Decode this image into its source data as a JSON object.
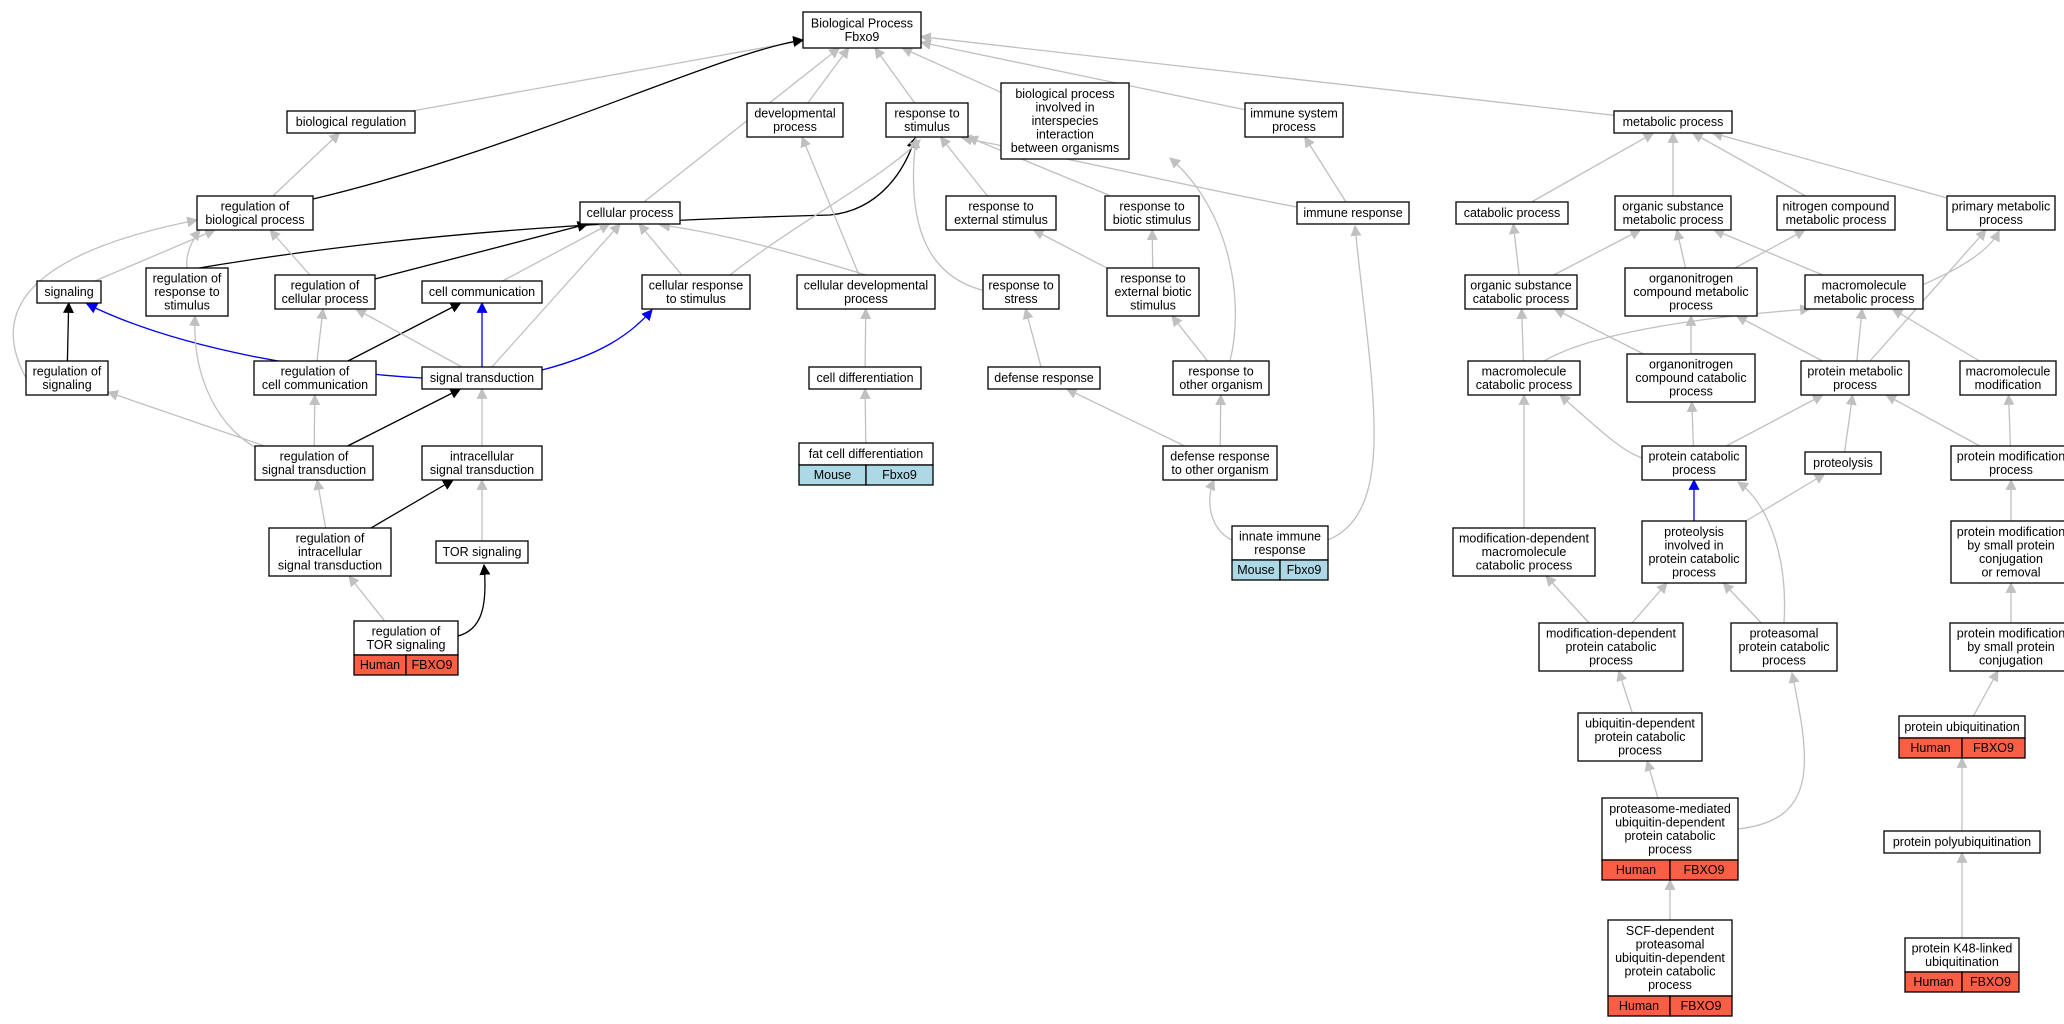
{
  "colors": {
    "edge_default": "#c0c0c0",
    "edge_regulates": "#000000",
    "edge_positive": "#0000ee",
    "human": "#fa5f46",
    "mouse": "#add8e6"
  },
  "nodes": [
    {
      "id": "bp_root",
      "lines": [
        "Biological Process",
        "Fbxo9"
      ]
    },
    {
      "id": "bio_reg",
      "lines": [
        "biological regulation"
      ]
    },
    {
      "id": "dev_proc",
      "lines": [
        "developmental",
        "process"
      ]
    },
    {
      "id": "resp_stim",
      "lines": [
        "response to",
        "stimulus"
      ]
    },
    {
      "id": "interspecies",
      "lines": [
        "biological process",
        "involved in",
        "interspecies",
        "interaction",
        "between organisms"
      ]
    },
    {
      "id": "immune_sys",
      "lines": [
        "immune system",
        "process"
      ]
    },
    {
      "id": "metabolic",
      "lines": [
        "metabolic process"
      ]
    },
    {
      "id": "reg_bio",
      "lines": [
        "regulation of",
        "biological process"
      ]
    },
    {
      "id": "cellular_proc",
      "lines": [
        "cellular process"
      ]
    },
    {
      "id": "resp_ext",
      "lines": [
        "response to",
        "external stimulus"
      ]
    },
    {
      "id": "resp_biotic",
      "lines": [
        "response to",
        "biotic stimulus"
      ]
    },
    {
      "id": "immune_resp",
      "lines": [
        "immune response"
      ]
    },
    {
      "id": "catabolic",
      "lines": [
        "catabolic process"
      ]
    },
    {
      "id": "org_sub_met",
      "lines": [
        "organic substance",
        "metabolic process"
      ]
    },
    {
      "id": "nitrogen_met",
      "lines": [
        "nitrogen compound",
        "metabolic process"
      ]
    },
    {
      "id": "primary_met",
      "lines": [
        "primary metabolic",
        "process"
      ]
    },
    {
      "id": "signaling",
      "lines": [
        "signaling"
      ]
    },
    {
      "id": "reg_resp_stim",
      "lines": [
        "regulation of",
        "response to",
        "stimulus"
      ]
    },
    {
      "id": "reg_cell_proc",
      "lines": [
        "regulation of",
        "cellular process"
      ]
    },
    {
      "id": "cell_comm",
      "lines": [
        "cell communication"
      ]
    },
    {
      "id": "cell_resp_stim",
      "lines": [
        "cellular response",
        "to stimulus"
      ]
    },
    {
      "id": "cell_dev",
      "lines": [
        "cellular developmental",
        "process"
      ]
    },
    {
      "id": "resp_stress",
      "lines": [
        "response to",
        "stress"
      ]
    },
    {
      "id": "resp_ext_biotic",
      "lines": [
        "response to",
        "external biotic",
        "stimulus"
      ]
    },
    {
      "id": "org_sub_cat",
      "lines": [
        "organic substance",
        "catabolic process"
      ]
    },
    {
      "id": "organonitrogen_met",
      "lines": [
        "organonitrogen",
        "compound metabolic",
        "process"
      ]
    },
    {
      "id": "macro_met",
      "lines": [
        "macromolecule",
        "metabolic process"
      ]
    },
    {
      "id": "reg_signaling",
      "lines": [
        "regulation of",
        "signaling"
      ]
    },
    {
      "id": "reg_cell_comm",
      "lines": [
        "regulation of",
        "cell communication"
      ]
    },
    {
      "id": "signal_trans",
      "lines": [
        "signal transduction"
      ]
    },
    {
      "id": "cell_diff",
      "lines": [
        "cell differentiation"
      ]
    },
    {
      "id": "defense_resp",
      "lines": [
        "defense response"
      ]
    },
    {
      "id": "resp_other_org",
      "lines": [
        "response to",
        "other organism"
      ]
    },
    {
      "id": "macro_cat",
      "lines": [
        "macromolecule",
        "catabolic process"
      ]
    },
    {
      "id": "organonitrogen_cat",
      "lines": [
        "organonitrogen",
        "compound catabolic",
        "process"
      ]
    },
    {
      "id": "protein_met",
      "lines": [
        "protein metabolic",
        "process"
      ]
    },
    {
      "id": "macro_mod",
      "lines": [
        "macromolecule",
        "modification"
      ]
    },
    {
      "id": "reg_sig_trans",
      "lines": [
        "regulation of",
        "signal transduction"
      ]
    },
    {
      "id": "intra_sig",
      "lines": [
        "intracellular",
        "signal transduction"
      ]
    },
    {
      "id": "fat_cell",
      "lines": [
        "fat cell differentiation"
      ],
      "badge": [
        "Mouse",
        "Fbxo9"
      ],
      "species": "mouse"
    },
    {
      "id": "def_resp_other",
      "lines": [
        "defense response",
        "to other organism"
      ]
    },
    {
      "id": "protein_cat",
      "lines": [
        "protein catabolic",
        "process"
      ]
    },
    {
      "id": "proteolysis",
      "lines": [
        "proteolysis"
      ]
    },
    {
      "id": "protein_mod",
      "lines": [
        "protein modification",
        "process"
      ]
    },
    {
      "id": "reg_intra_sig",
      "lines": [
        "regulation of",
        "intracellular",
        "signal transduction"
      ]
    },
    {
      "id": "tor_sig",
      "lines": [
        "TOR signaling"
      ]
    },
    {
      "id": "innate_immune",
      "lines": [
        "innate immune",
        "response"
      ],
      "badge": [
        "Mouse",
        "Fbxo9"
      ],
      "species": "mouse"
    },
    {
      "id": "mod_dep_macro_cat",
      "lines": [
        "modification-dependent",
        "macromolecule",
        "catabolic process"
      ]
    },
    {
      "id": "proteolysis_cat",
      "lines": [
        "proteolysis",
        "involved in",
        "protein catabolic",
        "process"
      ]
    },
    {
      "id": "prot_mod_small_or",
      "lines": [
        "protein modification",
        "by small protein",
        "conjugation",
        "or removal"
      ]
    },
    {
      "id": "reg_tor",
      "lines": [
        "regulation of",
        "TOR signaling"
      ],
      "badge": [
        "Human",
        "FBXO9"
      ],
      "species": "human"
    },
    {
      "id": "mod_dep_prot_cat",
      "lines": [
        "modification-dependent",
        "protein catabolic",
        "process"
      ]
    },
    {
      "id": "proteasomal_cat",
      "lines": [
        "proteasomal",
        "protein catabolic",
        "process"
      ]
    },
    {
      "id": "prot_mod_small",
      "lines": [
        "protein modification",
        "by small protein",
        "conjugation"
      ]
    },
    {
      "id": "ubiq_dep_cat",
      "lines": [
        "ubiquitin-dependent",
        "protein catabolic",
        "process"
      ]
    },
    {
      "id": "prot_ubiq",
      "lines": [
        "protein ubiquitination"
      ],
      "badge": [
        "Human",
        "FBXO9"
      ],
      "species": "human"
    },
    {
      "id": "proteasome_med",
      "lines": [
        "proteasome-mediated",
        "ubiquitin-dependent",
        "protein catabolic",
        "process"
      ],
      "badge": [
        "Human",
        "FBXO9"
      ],
      "species": "human"
    },
    {
      "id": "prot_polyubiq",
      "lines": [
        "protein polyubiquitination"
      ]
    },
    {
      "id": "scf_dep",
      "lines": [
        "SCF-dependent",
        "proteasomal",
        "ubiquitin-dependent",
        "protein catabolic",
        "process"
      ],
      "badge": [
        "Human",
        "FBXO9"
      ],
      "species": "human"
    },
    {
      "id": "k48_ubiq",
      "lines": [
        "protein K48-linked",
        "ubiquitination"
      ],
      "badge": [
        "Human",
        "FBXO9"
      ],
      "species": "human"
    }
  ],
  "edges": [
    {
      "from": "bio_reg",
      "to": "bp_root",
      "kind": "is_a"
    },
    {
      "from": "dev_proc",
      "to": "bp_root",
      "kind": "is_a"
    },
    {
      "from": "resp_stim",
      "to": "bp_root",
      "kind": "is_a"
    },
    {
      "from": "interspecies",
      "to": "bp_root",
      "kind": "is_a"
    },
    {
      "from": "immune_sys",
      "to": "bp_root",
      "kind": "is_a"
    },
    {
      "from": "metabolic",
      "to": "bp_root",
      "kind": "is_a"
    },
    {
      "from": "cellular_proc",
      "to": "bp_root",
      "kind": "is_a"
    },
    {
      "from": "reg_bio",
      "to": "bp_root",
      "kind": "regulates"
    },
    {
      "from": "reg_bio",
      "to": "bio_reg",
      "kind": "is_a"
    },
    {
      "from": "resp_ext",
      "to": "resp_stim",
      "kind": "is_a"
    },
    {
      "from": "resp_biotic",
      "to": "resp_stim",
      "kind": "is_a"
    },
    {
      "from": "immune_resp",
      "to": "resp_stim",
      "kind": "is_a"
    },
    {
      "from": "immune_resp",
      "to": "immune_sys",
      "kind": "is_a"
    },
    {
      "from": "catabolic",
      "to": "metabolic",
      "kind": "is_a"
    },
    {
      "from": "org_sub_met",
      "to": "metabolic",
      "kind": "is_a"
    },
    {
      "from": "nitrogen_met",
      "to": "metabolic",
      "kind": "is_a"
    },
    {
      "from": "primary_met",
      "to": "metabolic",
      "kind": "is_a"
    },
    {
      "from": "signaling",
      "to": "reg_bio",
      "kind": "is_a"
    },
    {
      "from": "reg_resp_stim",
      "to": "reg_bio",
      "kind": "is_a"
    },
    {
      "from": "reg_resp_stim",
      "to": "resp_stim",
      "kind": "regulates"
    },
    {
      "from": "reg_cell_proc",
      "to": "reg_bio",
      "kind": "is_a"
    },
    {
      "from": "reg_cell_proc",
      "to": "cellular_proc",
      "kind": "regulates"
    },
    {
      "from": "cell_comm",
      "to": "cellular_proc",
      "kind": "is_a"
    },
    {
      "from": "cell_resp_stim",
      "to": "cellular_proc",
      "kind": "is_a"
    },
    {
      "from": "cell_resp_stim",
      "to": "resp_stim",
      "kind": "is_a"
    },
    {
      "from": "cell_dev",
      "to": "cellular_proc",
      "kind": "is_a"
    },
    {
      "from": "cell_dev",
      "to": "dev_proc",
      "kind": "is_a"
    },
    {
      "from": "resp_stress",
      "to": "resp_stim",
      "kind": "is_a"
    },
    {
      "from": "resp_ext_biotic",
      "to": "resp_ext",
      "kind": "is_a"
    },
    {
      "from": "resp_ext_biotic",
      "to": "resp_biotic",
      "kind": "is_a"
    },
    {
      "from": "org_sub_cat",
      "to": "catabolic",
      "kind": "is_a"
    },
    {
      "from": "org_sub_cat",
      "to": "org_sub_met",
      "kind": "is_a"
    },
    {
      "from": "organonitrogen_met",
      "to": "org_sub_met",
      "kind": "is_a"
    },
    {
      "from": "organonitrogen_met",
      "to": "nitrogen_met",
      "kind": "is_a"
    },
    {
      "from": "macro_met",
      "to": "org_sub_met",
      "kind": "is_a"
    },
    {
      "from": "macro_met",
      "to": "primary_met",
      "kind": "is_a"
    },
    {
      "from": "reg_signaling",
      "to": "signaling",
      "kind": "regulates"
    },
    {
      "from": "reg_signaling",
      "to": "reg_bio",
      "kind": "is_a"
    },
    {
      "from": "reg_cell_comm",
      "to": "reg_cell_proc",
      "kind": "is_a"
    },
    {
      "from": "reg_cell_comm",
      "to": "cell_comm",
      "kind": "regulates"
    },
    {
      "from": "signal_trans",
      "to": "signaling",
      "kind": "positive"
    },
    {
      "from": "signal_trans",
      "to": "cell_comm",
      "kind": "positive"
    },
    {
      "from": "signal_trans",
      "to": "cell_resp_stim",
      "kind": "positive"
    },
    {
      "from": "signal_trans",
      "to": "cellular_proc",
      "kind": "is_a"
    },
    {
      "from": "signal_trans",
      "to": "reg_cell_proc",
      "kind": "is_a"
    },
    {
      "from": "cell_diff",
      "to": "cell_dev",
      "kind": "is_a"
    },
    {
      "from": "defense_resp",
      "to": "resp_stress",
      "kind": "is_a"
    },
    {
      "from": "resp_other_org",
      "to": "resp_ext_biotic",
      "kind": "is_a"
    },
    {
      "from": "resp_other_org",
      "to": "interspecies",
      "kind": "is_a"
    },
    {
      "from": "macro_cat",
      "to": "org_sub_cat",
      "kind": "is_a"
    },
    {
      "from": "macro_cat",
      "to": "macro_met",
      "kind": "is_a"
    },
    {
      "from": "organonitrogen_cat",
      "to": "org_sub_cat",
      "kind": "is_a"
    },
    {
      "from": "organonitrogen_cat",
      "to": "organonitrogen_met",
      "kind": "is_a"
    },
    {
      "from": "protein_met",
      "to": "organonitrogen_met",
      "kind": "is_a"
    },
    {
      "from": "protein_met",
      "to": "macro_met",
      "kind": "is_a"
    },
    {
      "from": "protein_met",
      "to": "primary_met",
      "kind": "is_a"
    },
    {
      "from": "macro_mod",
      "to": "macro_met",
      "kind": "is_a"
    },
    {
      "from": "reg_sig_trans",
      "to": "reg_signaling",
      "kind": "is_a"
    },
    {
      "from": "reg_sig_trans",
      "to": "reg_cell_comm",
      "kind": "is_a"
    },
    {
      "from": "reg_sig_trans",
      "to": "reg_resp_stim",
      "kind": "is_a"
    },
    {
      "from": "reg_sig_trans",
      "to": "signal_trans",
      "kind": "regulates"
    },
    {
      "from": "intra_sig",
      "to": "signal_trans",
      "kind": "is_a"
    },
    {
      "from": "fat_cell",
      "to": "cell_diff",
      "kind": "is_a"
    },
    {
      "from": "def_resp_other",
      "to": "defense_resp",
      "kind": "is_a"
    },
    {
      "from": "def_resp_other",
      "to": "resp_other_org",
      "kind": "is_a"
    },
    {
      "from": "protein_cat",
      "to": "macro_cat",
      "kind": "is_a"
    },
    {
      "from": "protein_cat",
      "to": "organonitrogen_cat",
      "kind": "is_a"
    },
    {
      "from": "protein_cat",
      "to": "protein_met",
      "kind": "is_a"
    },
    {
      "from": "proteolysis",
      "to": "protein_met",
      "kind": "is_a"
    },
    {
      "from": "protein_mod",
      "to": "protein_met",
      "kind": "is_a"
    },
    {
      "from": "protein_mod",
      "to": "macro_mod",
      "kind": "is_a"
    },
    {
      "from": "reg_intra_sig",
      "to": "reg_sig_trans",
      "kind": "is_a"
    },
    {
      "from": "reg_intra_sig",
      "to": "intra_sig",
      "kind": "regulates"
    },
    {
      "from": "tor_sig",
      "to": "intra_sig",
      "kind": "is_a"
    },
    {
      "from": "innate_immune",
      "to": "immune_resp",
      "kind": "is_a"
    },
    {
      "from": "innate_immune",
      "to": "def_resp_other",
      "kind": "is_a"
    },
    {
      "from": "mod_dep_macro_cat",
      "to": "macro_cat",
      "kind": "is_a"
    },
    {
      "from": "proteolysis_cat",
      "to": "protein_cat",
      "kind": "positive"
    },
    {
      "from": "proteolysis_cat",
      "to": "proteolysis",
      "kind": "is_a"
    },
    {
      "from": "prot_mod_small_or",
      "to": "protein_mod",
      "kind": "is_a"
    },
    {
      "from": "reg_tor",
      "to": "reg_intra_sig",
      "kind": "is_a"
    },
    {
      "from": "reg_tor",
      "to": "tor_sig",
      "kind": "regulates"
    },
    {
      "from": "mod_dep_prot_cat",
      "to": "mod_dep_macro_cat",
      "kind": "is_a"
    },
    {
      "from": "mod_dep_prot_cat",
      "to": "proteolysis_cat",
      "kind": "is_a"
    },
    {
      "from": "proteasomal_cat",
      "to": "proteolysis_cat",
      "kind": "is_a"
    },
    {
      "from": "proteasomal_cat",
      "to": "protein_cat",
      "kind": "is_a"
    },
    {
      "from": "prot_mod_small",
      "to": "prot_mod_small_or",
      "kind": "is_a"
    },
    {
      "from": "ubiq_dep_cat",
      "to": "mod_dep_prot_cat",
      "kind": "is_a"
    },
    {
      "from": "prot_ubiq",
      "to": "prot_mod_small",
      "kind": "is_a"
    },
    {
      "from": "proteasome_med",
      "to": "ubiq_dep_cat",
      "kind": "is_a"
    },
    {
      "from": "proteasome_med",
      "to": "proteasomal_cat",
      "kind": "is_a"
    },
    {
      "from": "prot_polyubiq",
      "to": "prot_ubiq",
      "kind": "is_a"
    },
    {
      "from": "scf_dep",
      "to": "proteasome_med",
      "kind": "is_a"
    },
    {
      "from": "k48_ubiq",
      "to": "prot_polyubiq",
      "kind": "is_a"
    }
  ]
}
